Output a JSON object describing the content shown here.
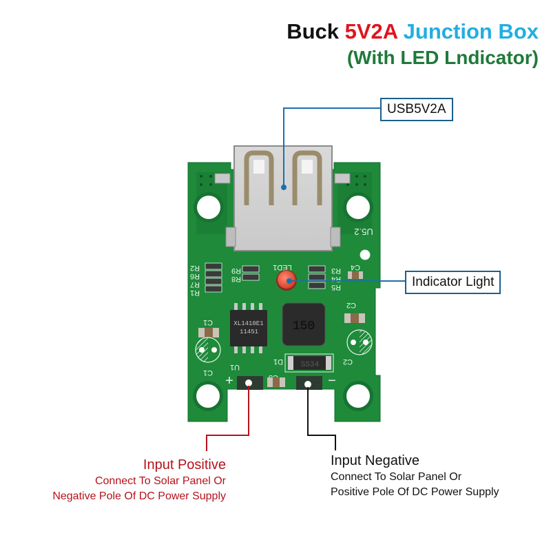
{
  "title": {
    "part1": "Buck",
    "part2": "5V2A",
    "part3": "Junction Box",
    "subtitle": "(With LED Lndicator)"
  },
  "callouts": {
    "usb": "USB5V2A",
    "indicator": "Indicator Light"
  },
  "input_positive": {
    "heading": "Input Positive",
    "line1": "Connect To Solar Panel Or",
    "line2": "Negative Pole Of DC Power Supply"
  },
  "input_negative": {
    "heading": "Input Negative",
    "line1": "Connect To Solar Panel Or",
    "line2": "Positive Pole Of DC Power Supply"
  },
  "pcb_labels": {
    "usb_mark": "U5.2",
    "led": "LED1",
    "ic_line1": "XL1410E1",
    "ic_line2": "11451",
    "inductor": "150",
    "diode": "SS34",
    "u1": "U1",
    "d1": "D1",
    "c1": "C1",
    "c2": "C2",
    "c3": "C3",
    "c4": "C4",
    "r1": "R1",
    "r2": "R2",
    "r3": "R3",
    "r4": "R4",
    "r5": "R5",
    "r6": "R6",
    "r7": "R7",
    "r8": "R8",
    "r9": "R9",
    "plus": "+",
    "minus": "−"
  },
  "colors": {
    "pcb": "#1e8a3a",
    "accent_blue": "#1b6fae",
    "accent_red": "#b5121b",
    "title_red": "#e0141c",
    "title_blue": "#22aee0",
    "title_green": "#1f7a3a"
  }
}
